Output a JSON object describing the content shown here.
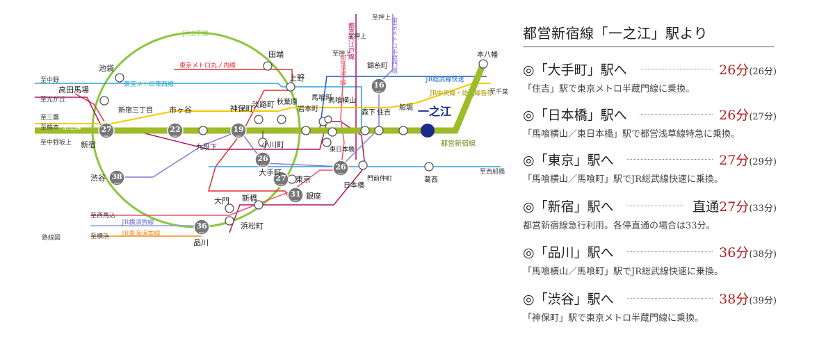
{
  "map": {
    "lines": {
      "jr_yamanote": "JR山手線",
      "marunouchi": "東京メトロ丸ノ内線",
      "tozai": "東京メトロ東西線",
      "toei_oedo": "都営大江戸線",
      "toei_asakusa": "都営浅草線",
      "hanzomon": "東京メトロ半蔵門線",
      "sobu_rapid": "JR総武線快速",
      "chuo_sobu": "JR中央線・総武線各停",
      "shinjuku_line": "都営新宿線",
      "yokosuka": "JR横須賀線",
      "tokaido": "JR東海道本線",
      "keio": "京王線"
    },
    "stations": {
      "ichinoe": "一之江",
      "ikebukuro": "池袋",
      "takadanobaba": "高田馬場",
      "shinjuku_sanchome": "新宿三丁目",
      "shinjuku": "新宿",
      "ichigaya": "市ヶ谷",
      "jimbocho": "神保町",
      "awajicho": "淡路町",
      "ogawamachi": "小川町",
      "kudanshita": "九段下",
      "otemachi": "大手町",
      "tokyo": "東京",
      "ginza": "銀座",
      "shimbashi": "新橋",
      "daimon": "大門",
      "hamamatsucho": "浜松町",
      "shinagawa": "品川",
      "shibuya": "渋谷",
      "tabata": "田端",
      "ueno": "上野",
      "akihabara": "秋葉原",
      "iwamotocho": "岩本町",
      "bakurocho": "馬喰町",
      "bakuroyokoyama": "馬喰横山",
      "higashi_nihombashi": "東日本橋",
      "nihombashi": "日本橋",
      "morishita": "森下",
      "sumiyoshi": "住吉",
      "funabori": "船堀",
      "kinshicho": "錦糸町",
      "monzen_nakacho": "門前仲町",
      "kasai": "葛西",
      "motoyawata": "本八幡"
    },
    "directions": {
      "nakano": "至中野",
      "kogaya": "至光が丘",
      "mitaka": "至三鷹",
      "hashimoto": "至橋本",
      "nakanosakaue": "至中野坂上",
      "nishimagome": "至西馬込",
      "yokohama": "至横浜",
      "oshiage1": "至押上",
      "oshiage2": "至押上",
      "oshiage_minami": "至押上",
      "chiba": "至千葉",
      "nishi_funabashi": "至西船橋"
    },
    "badges": [
      "27",
      "22",
      "19",
      "26",
      "27",
      "31",
      "26",
      "16",
      "38",
      "36"
    ],
    "badge_unit": "min",
    "legend_label": "路線図",
    "colors": {
      "shinjuku_line": "#9ebb2a",
      "yamanote": "#8cc63f",
      "marunouchi": "#e2302e",
      "tozai": "#2a9fd8",
      "oedo": "#b0116c",
      "asakusa": "#e9546b",
      "hanzomon": "#8f76d6",
      "sobu_rapid": "#1a5fc7",
      "chuo_sobu": "#f4c800",
      "tokaido": "#f68b1f",
      "badge": "#777777"
    }
  },
  "panel": {
    "heading": "都営新宿線「一之江」駅より",
    "routes": [
      {
        "dest": "◎「大手町」駅へ",
        "prefix": "",
        "minutes": "26分",
        "alt": "(26分)",
        "note": "「住吉」駅で東京メトロ半蔵門線に乗換。"
      },
      {
        "dest": "◎「日本橋」駅へ",
        "prefix": "",
        "minutes": "26分",
        "alt": "(27分)",
        "note": "「馬喰横山／東日本橋」駅で都営浅草線特急に乗換。"
      },
      {
        "dest": "◎「東京」駅へ",
        "prefix": "",
        "minutes": "27分",
        "alt": "(29分)",
        "note": "「馬喰横山／馬喰町」駅でJR総武線快速に乗換。"
      },
      {
        "dest": "◎「新宿」駅へ",
        "prefix": "直通",
        "minutes": "27分",
        "alt": "(33分)",
        "note": "都営新宿線急行利用。各停直通の場合は33分。"
      },
      {
        "dest": "◎「品川」駅へ",
        "prefix": "",
        "minutes": "36分",
        "alt": "(38分)",
        "note": "「馬喰横山／馬喰町」駅でJR総武線快速に乗換。"
      },
      {
        "dest": "◎「渋谷」駅へ",
        "prefix": "",
        "minutes": "38分",
        "alt": "(39分)",
        "note": "「神保町」駅で東京メトロ半蔵門線に乗換。"
      }
    ]
  }
}
